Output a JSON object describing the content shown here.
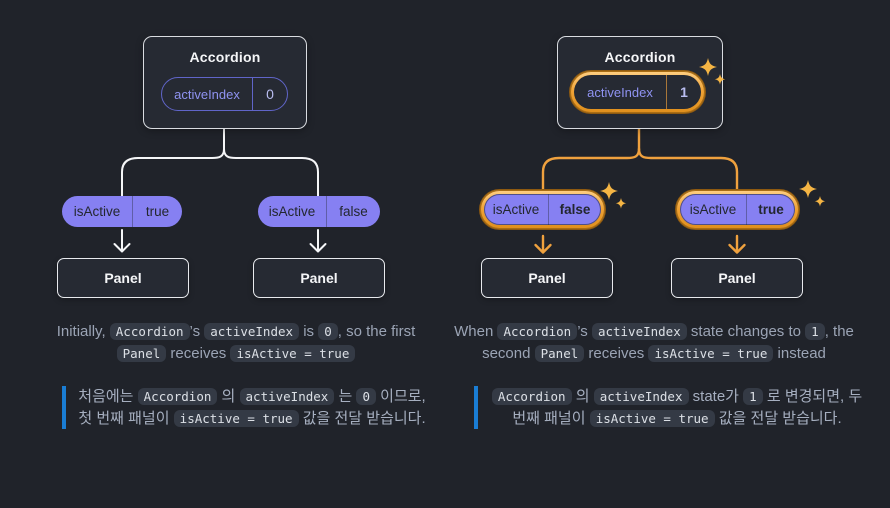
{
  "colors": {
    "background": "#20232a",
    "box_fill": "#262a33",
    "box_border": "#d9dce1",
    "purple_text": "#8f93f2",
    "purple_pill_fill": "#8680f2",
    "orange_highlight": "#efa13e",
    "white_connector": "#f5f6f8",
    "caption_text": "#9ba4b5",
    "code_chip_bg": "#343a45",
    "quote_bar_blue": "#1a7dd4",
    "sparkle_gold": "#f5b544"
  },
  "diagrams": {
    "left": {
      "root": {
        "title": "Accordion",
        "prop_label": "activeIndex",
        "prop_value": "0",
        "highlighted": false
      },
      "children": [
        {
          "prop_label": "isActive",
          "prop_value": "true",
          "highlighted": false,
          "target": "Panel"
        },
        {
          "prop_label": "isActive",
          "prop_value": "false",
          "highlighted": false,
          "target": "Panel"
        }
      ],
      "caption_en": [
        {
          "code": false,
          "text": "Initially, "
        },
        {
          "code": true,
          "text": "Accordion"
        },
        {
          "code": false,
          "text": "’s "
        },
        {
          "code": true,
          "text": "activeIndex"
        },
        {
          "code": false,
          "text": " is "
        },
        {
          "code": true,
          "text": "0"
        },
        {
          "code": false,
          "text": ", so the first "
        },
        {
          "code": true,
          "text": "Panel"
        },
        {
          "code": false,
          "text": " receives "
        },
        {
          "code": true,
          "text": "isActive = true"
        }
      ],
      "caption_ko": [
        {
          "code": false,
          "text": "처음에는 "
        },
        {
          "code": true,
          "text": "Accordion"
        },
        {
          "code": false,
          "text": " 의 "
        },
        {
          "code": true,
          "text": "activeIndex"
        },
        {
          "code": false,
          "text": " 는 "
        },
        {
          "code": true,
          "text": "0"
        },
        {
          "code": false,
          "text": " 이므로, 첫 번째 패널이 "
        },
        {
          "code": true,
          "text": "isActive = true"
        },
        {
          "code": false,
          "text": " 값을 전달 받습니다."
        }
      ]
    },
    "right": {
      "root": {
        "title": "Accordion",
        "prop_label": "activeIndex",
        "prop_value": "1",
        "highlighted": true
      },
      "children": [
        {
          "prop_label": "isActive",
          "prop_value": "false",
          "highlighted": true,
          "target": "Panel"
        },
        {
          "prop_label": "isActive",
          "prop_value": "true",
          "highlighted": true,
          "target": "Panel"
        }
      ],
      "caption_en": [
        {
          "code": false,
          "text": "When "
        },
        {
          "code": true,
          "text": "Accordion"
        },
        {
          "code": false,
          "text": "’s "
        },
        {
          "code": true,
          "text": "activeIndex"
        },
        {
          "code": false,
          "text": " state changes to "
        },
        {
          "code": true,
          "text": "1"
        },
        {
          "code": false,
          "text": ", the second "
        },
        {
          "code": true,
          "text": "Panel"
        },
        {
          "code": false,
          "text": " receives "
        },
        {
          "code": true,
          "text": "isActive = true"
        },
        {
          "code": false,
          "text": " instead"
        }
      ],
      "caption_ko": [
        {
          "code": true,
          "text": "Accordion"
        },
        {
          "code": false,
          "text": " 의 "
        },
        {
          "code": true,
          "text": "activeIndex"
        },
        {
          "code": false,
          "text": " state가 "
        },
        {
          "code": true,
          "text": "1"
        },
        {
          "code": false,
          "text": " 로 변경되면, 두 번째 패널이 "
        },
        {
          "code": true,
          "text": "isActive = true"
        },
        {
          "code": false,
          "text": " 값을 전달 받습니다."
        }
      ]
    }
  }
}
